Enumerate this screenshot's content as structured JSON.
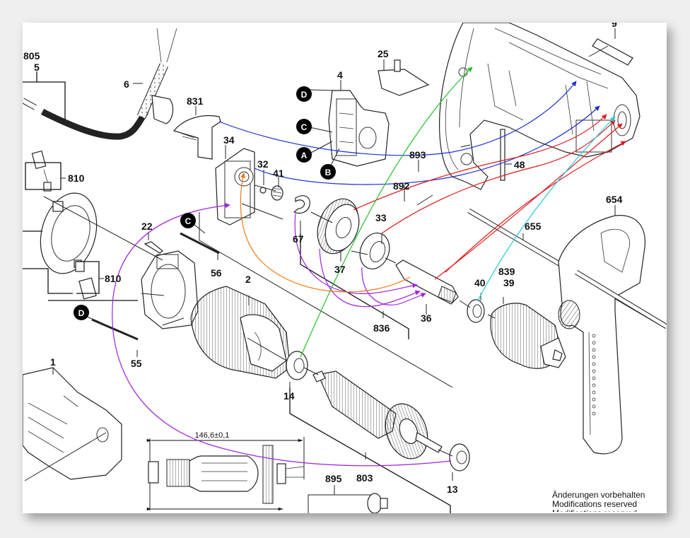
{
  "document": {
    "type": "exploded parts diagram",
    "subject": "power drill spare parts"
  },
  "part_labels": {
    "p805": "805",
    "p5": "5",
    "p6": "6",
    "p831": "831",
    "p4": "4",
    "p25": "25",
    "p9": "9",
    "p34": "34",
    "p32": "32",
    "p41": "41",
    "p893": "893",
    "p892": "892",
    "p48": "48",
    "p810a": "810",
    "p810b": "810",
    "p22": "22",
    "p56": "56",
    "p67": "67",
    "p37": "37",
    "p33": "33",
    "p2": "2",
    "p836": "836",
    "p36": "36",
    "p654": "654",
    "p655": "655",
    "p839": "839",
    "p39": "39",
    "p40": "40",
    "p55": "55",
    "p1": "1",
    "p14": "14",
    "p803": "803",
    "p13": "13",
    "p895": "895"
  },
  "callouts": {
    "switch_D": "D",
    "switch_C": "C",
    "switch_A": "A",
    "switch_B": "B",
    "lead_C": "C",
    "lead_D": "D"
  },
  "dimension": {
    "armature_length": "146,6±0,1"
  },
  "notice": {
    "line1": "Änderungen vorbehalten",
    "line2": "Modifications reserved",
    "line3": "Modifications reserved"
  },
  "wire_colors": {
    "blue": "#1a2fd6",
    "red": "#e01a1a",
    "green": "#22c02a",
    "cyan": "#22c8d8",
    "purple": "#a020e0",
    "orange": "#f07a10"
  }
}
